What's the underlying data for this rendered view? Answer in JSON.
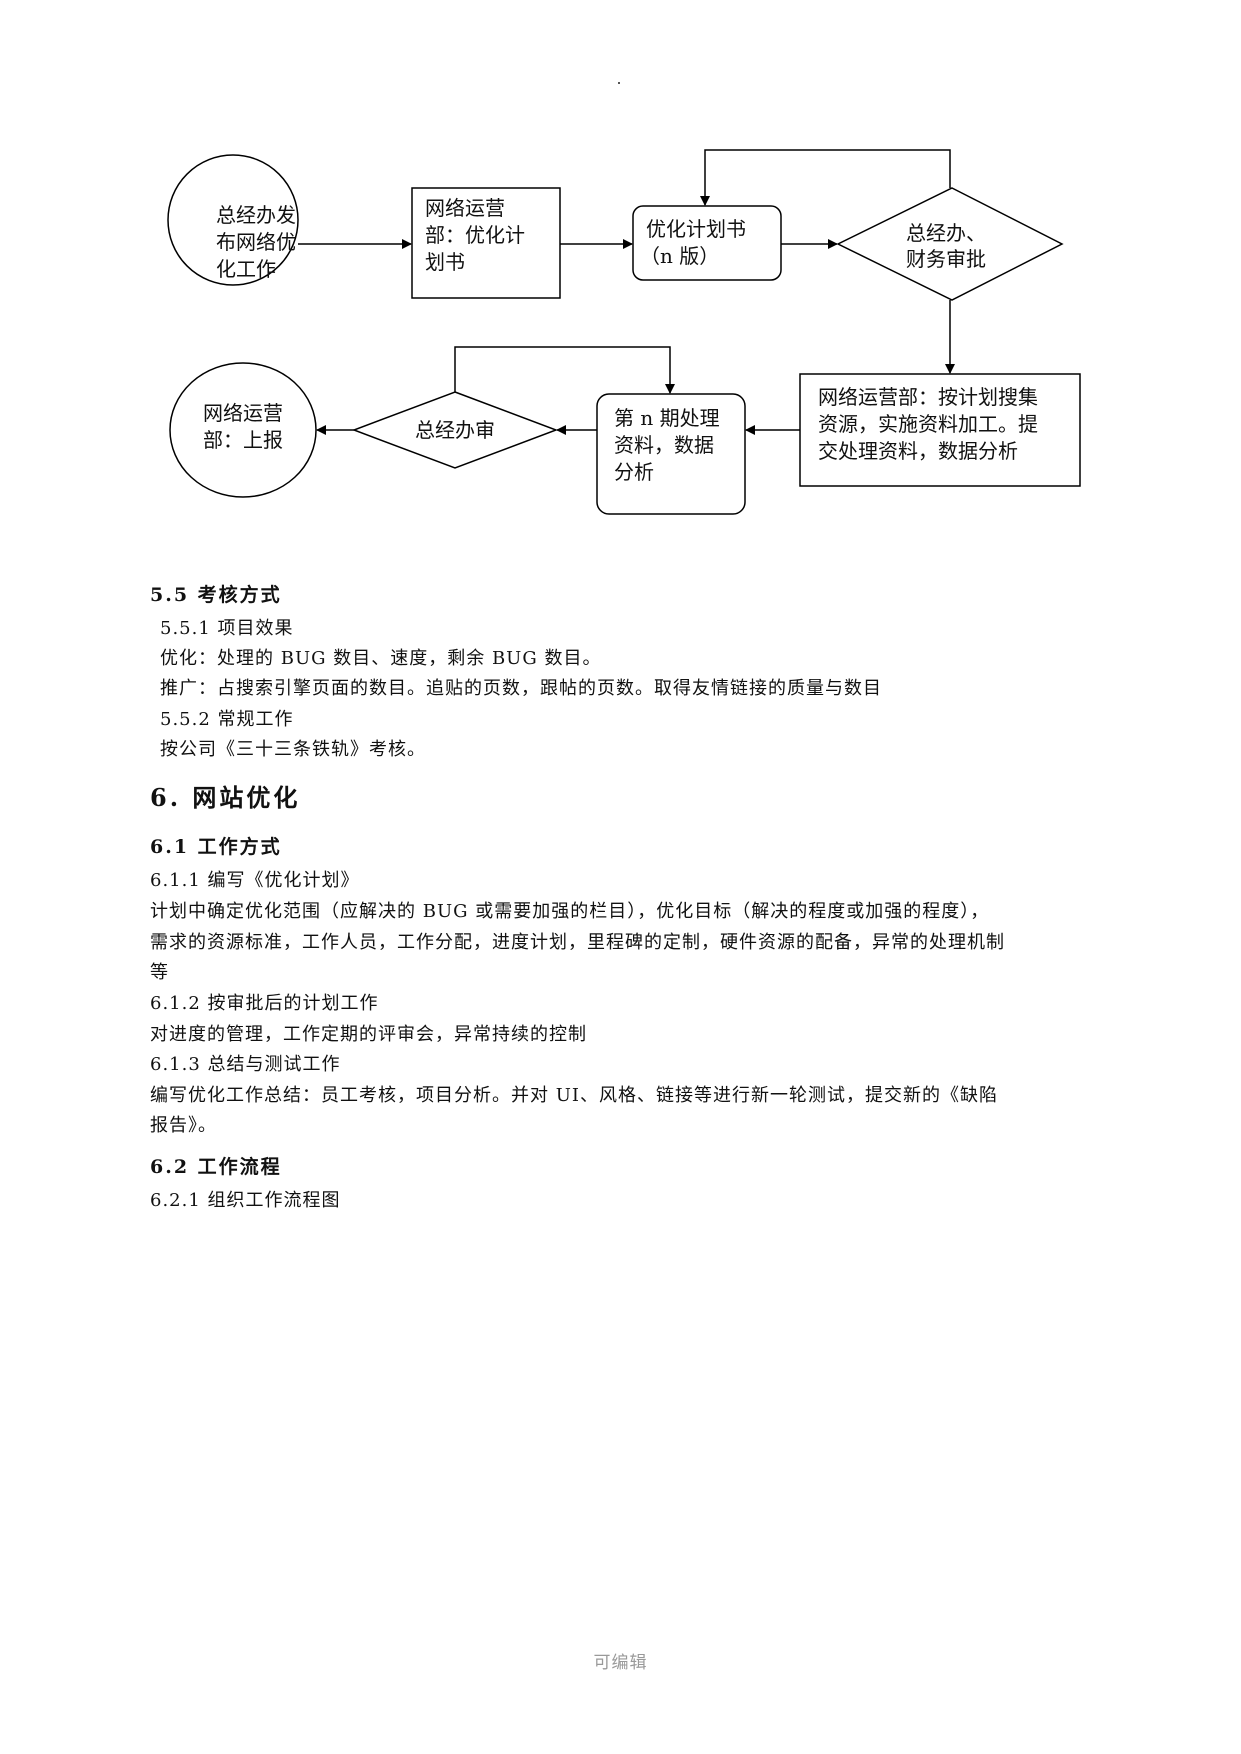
{
  "flowchart": {
    "nodes": {
      "start": [
        "总经办发",
        "布网络优",
        "化工作"
      ],
      "plan_box": [
        "网络运营",
        "部：优化计",
        "划书"
      ],
      "plan_n": [
        "优化计划书",
        "（n 版）"
      ],
      "approve": [
        "总经办、",
        "财务审批"
      ],
      "collect": [
        "网络运营部：按计划搜集",
        "资源，实施资料加工。提",
        "交处理资料，数据分析"
      ],
      "process_n": [
        "第 n 期处理",
        "资料，数据",
        "分析"
      ],
      "review": [
        "总经办审"
      ],
      "report": [
        "网络运营",
        "部：上报"
      ]
    }
  },
  "document": {
    "s55_title": "5.5  考核方式",
    "s551": "5.5.1 项目效果",
    "s551_opt": "优化：处理的 BUG 数目、速度，剩余 BUG 数目。",
    "s551_promo": "推广：占搜索引擎页面的数目。追贴的页数，跟帖的页数。取得友情链接的质量与数目",
    "s552": "5.5.2 常规工作",
    "s552_text": "按公司《三十三条铁轨》考核。",
    "s6_title": "6.  网站优化",
    "s61_title": "6.1  工作方式",
    "s611": "6.1.1 编写《优化计划》",
    "s611_l1": "计划中确定优化范围（应解决的 BUG 或需要加强的栏目），优化目标（解决的程度或加强的程度），",
    "s611_l2": "需求的资源标准，工作人员，工作分配，进度计划，里程碑的定制，硬件资源的配备，异常的处理机制",
    "s611_l3": "等",
    "s612": "6.1.2 按审批后的计划工作",
    "s612_text": "对进度的管理，工作定期的评审会，异常持续的控制",
    "s613": "6.1.3 总结与测试工作",
    "s613_l1": "编写优化工作总结：员工考核，项目分析。并对 UI、风格、链接等进行新一轮测试，提交新的《缺陷",
    "s613_l2": "报告》。",
    "s62_title": "6.2  工作流程",
    "s621": "6.2.1 组织工作流程图"
  },
  "footer": "可编辑"
}
